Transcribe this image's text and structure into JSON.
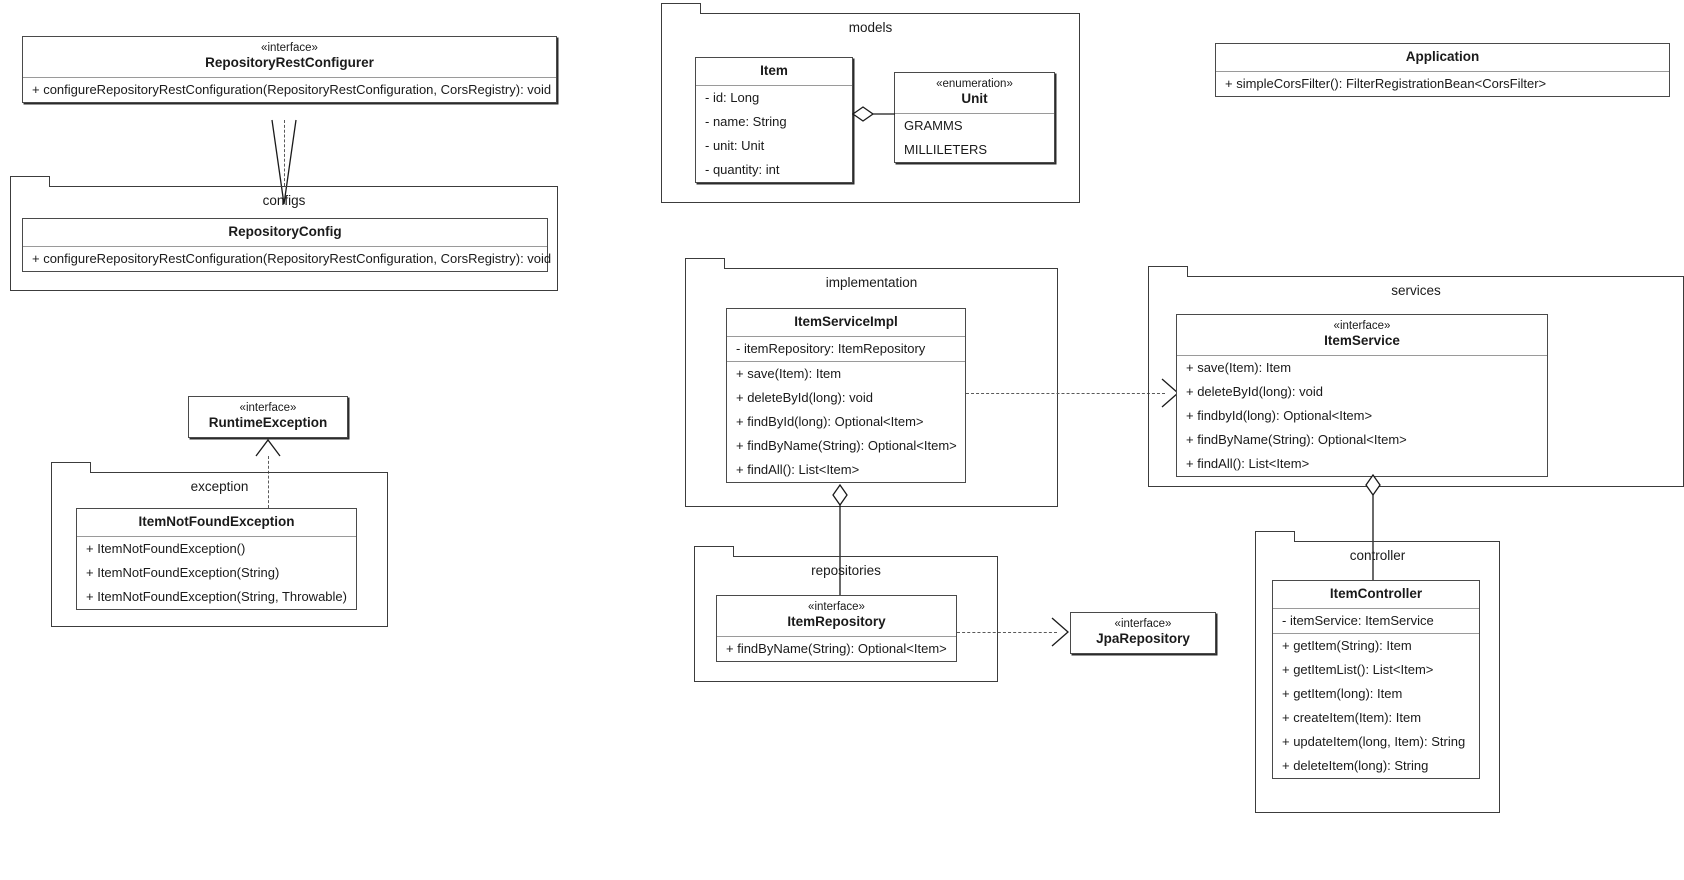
{
  "diagram": {
    "kind": "uml-class-diagram",
    "title": "Spring Boot Item application UML class diagram",
    "packages": [
      {
        "id": "configs",
        "label": "configs"
      },
      {
        "id": "models",
        "label": "models"
      },
      {
        "id": "exception",
        "label": "exception"
      },
      {
        "id": "implementation",
        "label": "implementation"
      },
      {
        "id": "services",
        "label": "services"
      },
      {
        "id": "repositories",
        "label": "repositories"
      },
      {
        "id": "controller",
        "label": "controller"
      }
    ]
  },
  "classes": {
    "repository_rest_configurer": {
      "stereotype": "«interface»",
      "name": "RepositoryRestConfigurer",
      "operations": [
        "+ configureRepositoryRestConfiguration(RepositoryRestConfiguration, CorsRegistry): void"
      ]
    },
    "repository_config": {
      "stereotype": "",
      "name": "RepositoryConfig",
      "operations": [
        "+ configureRepositoryRestConfiguration(RepositoryRestConfiguration, CorsRegistry): void"
      ]
    },
    "item": {
      "stereotype": "",
      "name": "Item",
      "attributes": [
        "- id: Long",
        "- name: String",
        "- unit: Unit",
        "- quantity: int"
      ]
    },
    "unit": {
      "stereotype": "«enumeration»",
      "name": "Unit",
      "literals": [
        "GRAMMS",
        "MILLILETERS"
      ]
    },
    "application": {
      "stereotype": "",
      "name": "Application",
      "operations": [
        "+ simpleCorsFilter(): FilterRegistrationBean<CorsFilter>"
      ]
    },
    "runtime_exception": {
      "stereotype": "«interface»",
      "name": "RuntimeException",
      "operations": []
    },
    "item_not_found_exception": {
      "stereotype": "",
      "name": "ItemNotFoundException",
      "operations": [
        "+ ItemNotFoundException()",
        "+ ItemNotFoundException(String)",
        "+ ItemNotFoundException(String, Throwable)"
      ]
    },
    "item_service_impl": {
      "stereotype": "",
      "name": "ItemServiceImpl",
      "attributes": [
        "- itemRepository: ItemRepository"
      ],
      "operations": [
        "+ save(Item): Item",
        "+ deleteById(long): void",
        "+ findById(long): Optional<Item>",
        "+ findByName(String): Optional<Item>",
        "+ findAll(): List<Item>"
      ]
    },
    "item_service": {
      "stereotype": "«interface»",
      "name": "ItemService",
      "operations": [
        "+ save(Item): Item",
        "+ deleteById(long): void",
        "+ findbyId(long): Optional<Item>",
        "+ findByName(String): Optional<Item>",
        "+ findAll(): List<Item>"
      ]
    },
    "item_repository": {
      "stereotype": "«interface»",
      "name": "ItemRepository",
      "operations": [
        "+ findByName(String): Optional<Item>"
      ]
    },
    "jpa_repository": {
      "stereotype": "«interface»",
      "name": "JpaRepository",
      "operations": []
    },
    "item_controller": {
      "stereotype": "",
      "name": "ItemController",
      "attributes": [
        "- itemService: ItemService"
      ],
      "operations": [
        "+ getItem(String): Item",
        "+ getItemList(): List<Item>",
        "+ getItem(long): Item",
        "+ createItem(Item): Item",
        "+ updateItem(long, Item): String",
        "+ deleteItem(long): String"
      ]
    }
  },
  "relations": [
    {
      "name": "realization-repositoryconfig-to-repositoryrestconfigurer",
      "type": "realization",
      "from": "RepositoryConfig",
      "to": "RepositoryRestConfigurer"
    },
    {
      "name": "aggregation-item-unit",
      "type": "aggregation",
      "from": "Item",
      "to": "Unit"
    },
    {
      "name": "realization-itemnotfoundexception-to-runtimeexception",
      "type": "realization",
      "from": "ItemNotFoundException",
      "to": "RuntimeException"
    },
    {
      "name": "realization-itemserviceimpl-to-itemservice",
      "type": "realization",
      "from": "ItemServiceImpl",
      "to": "ItemService"
    },
    {
      "name": "aggregation-itemserviceimpl-itemrepository",
      "type": "aggregation",
      "from": "ItemServiceImpl",
      "to": "ItemRepository"
    },
    {
      "name": "realization-itemrepository-to-jparepository",
      "type": "realization",
      "from": "ItemRepository",
      "to": "JpaRepository"
    },
    {
      "name": "aggregation-itemservice-itemcontroller",
      "type": "aggregation",
      "from": "ItemService",
      "to": "ItemController"
    }
  ],
  "colors": {
    "background": "#ffffff",
    "line": "#1a1a1a",
    "dashed_line": "#5a5a5a",
    "box_border": "#4a4a4a",
    "text": "#1a1a1a"
  }
}
